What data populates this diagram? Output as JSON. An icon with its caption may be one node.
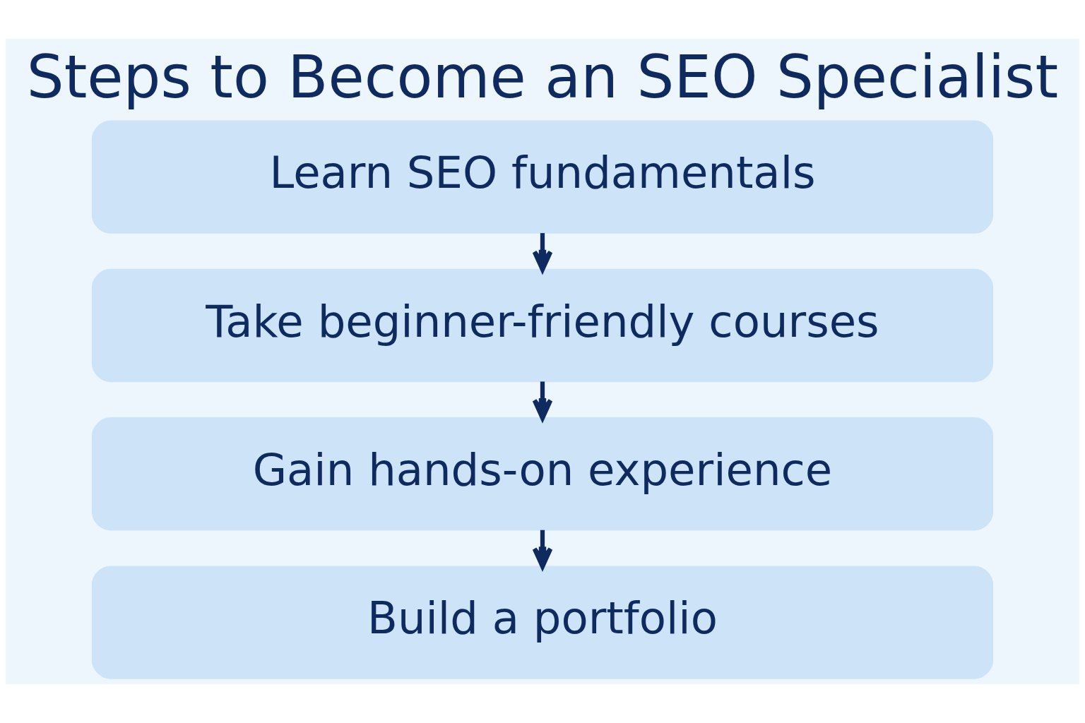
{
  "diagram": {
    "title": "Steps to Become an SEO Specialist",
    "nodes": [
      {
        "text": [
          "Learn SEO fundamentals"
        ]
      },
      {
        "text": [
          "Take beginner-friendly courses"
        ]
      },
      {
        "text": [
          "Gain hands-on experience"
        ]
      },
      {
        "text": [
          "Build a portfolio"
        ]
      }
    ],
    "edges": [
      {
        "from": 0,
        "to": 1,
        "arrow": "to"
      },
      {
        "from": 1,
        "to": 2,
        "arrow": "to"
      },
      {
        "from": 2,
        "to": 3,
        "arrow": "to"
      }
    ]
  }
}
